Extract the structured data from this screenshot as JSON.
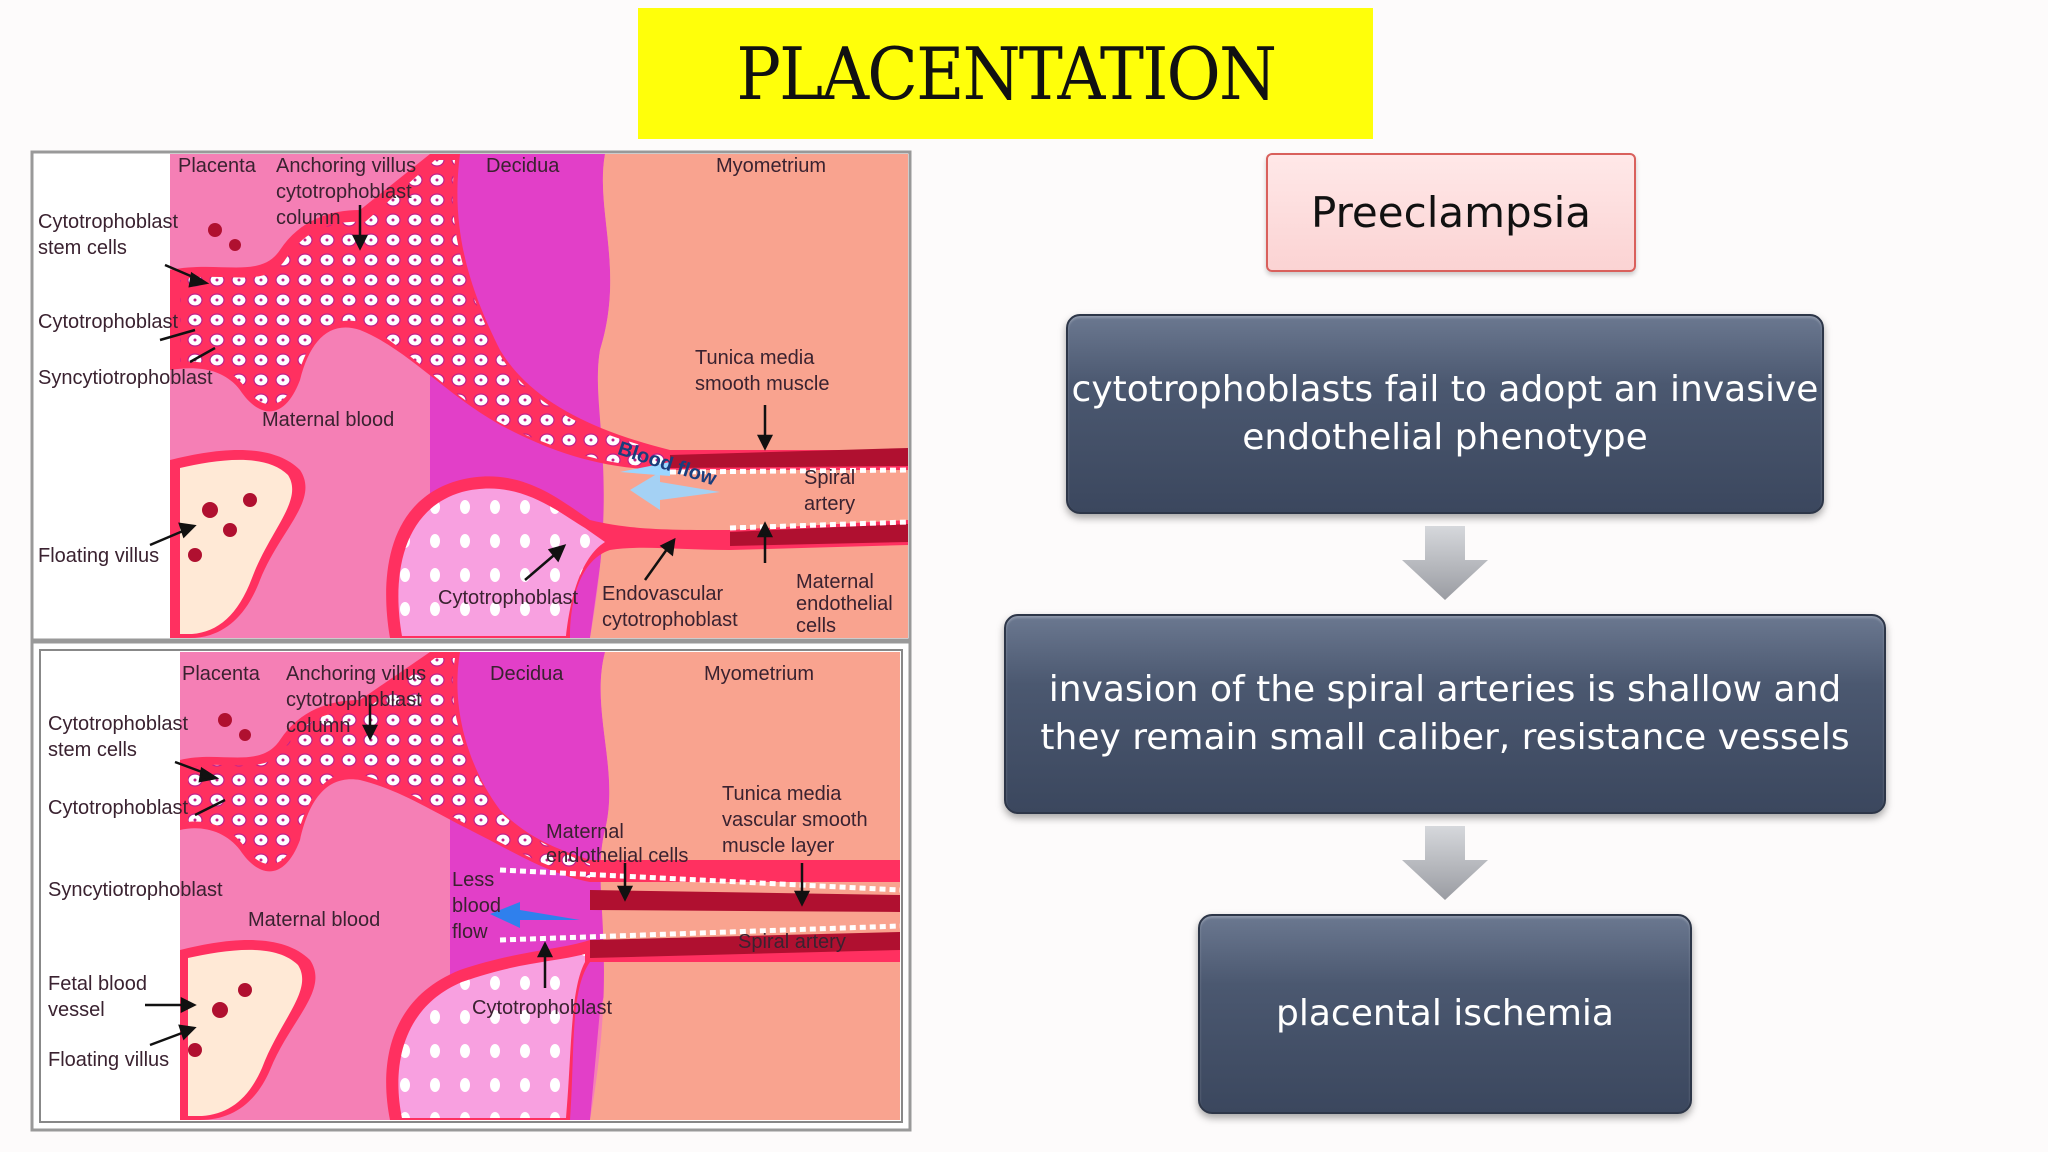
{
  "title": "PLACENTATION",
  "diagram": {
    "top": {
      "placenta": "Placenta",
      "anchoring_1": "Anchoring villus",
      "anchoring_2": "cytotrophoblast",
      "anchoring_3": "column",
      "decidua": "Decidua",
      "myometrium": "Myometrium",
      "stem_1": "Cytotrophoblast",
      "stem_2": "stem cells",
      "cytotrophoblast": "Cytotrophoblast",
      "syncytiotrophoblast": "Syncytiotrophoblast",
      "tunica_1": "Tunica media",
      "tunica_2": "smooth muscle",
      "maternal_blood": "Maternal blood",
      "blood_flow": "Blood flow",
      "spiral_1": "Spiral",
      "spiral_2": "artery",
      "floating_villus": "Floating villus",
      "cyto_bottom": "Cytotrophoblast",
      "endo_1": "Endovascular",
      "endo_2": "cytotrophoblast",
      "mat_endo_1": "Maternal",
      "mat_endo_2": "endothelial",
      "mat_endo_3": "cells"
    },
    "bottom": {
      "placenta": "Placenta",
      "anchoring_1": "Anchoring villus",
      "anchoring_2": "cytotrophoblast",
      "anchoring_3": "column",
      "decidua": "Decidua",
      "myometrium": "Myometrium",
      "stem_1": "Cytotrophoblast",
      "stem_2": "stem cells",
      "cytotrophoblast": "Cytotrophoblast",
      "tunica_1": "Tunica media",
      "tunica_2": "vascular smooth",
      "tunica_3": "muscle layer",
      "mat_endo_1": "Maternal",
      "mat_endo_2": "endothelial cells",
      "syncytiotrophoblast": "Syncytiotrophoblast",
      "less_1": "Less",
      "less_2": "blood",
      "less_3": "flow",
      "maternal_blood": "Maternal blood",
      "spiral_artery": "Spiral artery",
      "fetal_1": "Fetal blood",
      "fetal_2": "vessel",
      "cyto_bottom": "Cytotrophoblast",
      "floating_villus": "Floating villus"
    }
  },
  "flowchart": {
    "heading": "Preeclampsia",
    "step1": "cytotrophoblasts fail to adopt an invasive endothelial phenotype",
    "step2": "invasion of the spiral arteries is shallow and they remain small caliber, resistance vessels",
    "step3": "placental ischemia"
  },
  "colors": {
    "title_bg": "#ffff0a",
    "box_fill": "#3b475e",
    "heading_border": "#d9605c",
    "placenta_pink": "#f57fb5",
    "decidua_magenta": "#e23fc8",
    "myometrium_salmon": "#f9a38f",
    "artery_red": "#b01030"
  }
}
